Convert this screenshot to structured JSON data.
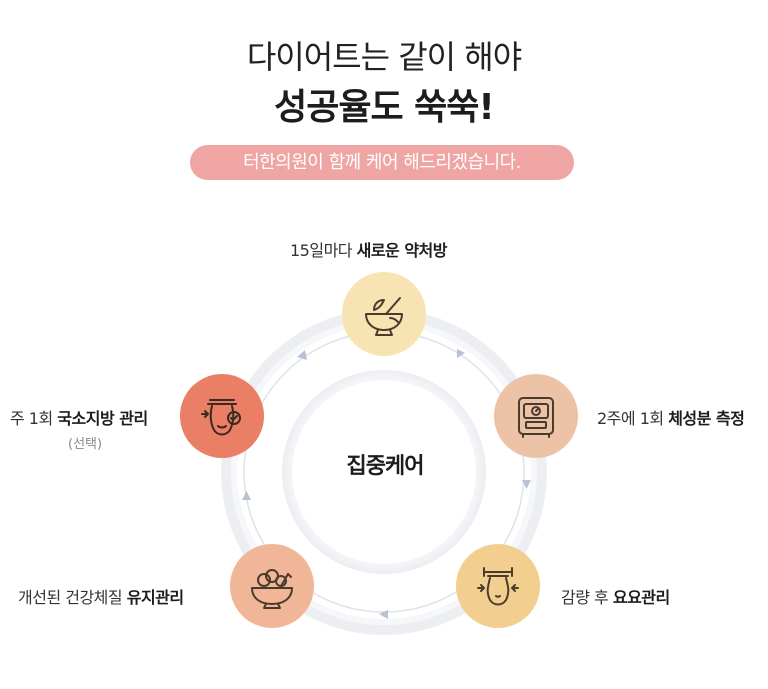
{
  "header": {
    "line1": "다이어트는 같이 해야",
    "line2": "성공율도 쑥쑥!",
    "subtitle": "터한의원이 함께 케어 해드리겠습니다."
  },
  "center_label": "집중케어",
  "steps": [
    {
      "prefix": "15일마다 ",
      "bold": "새로운 약처방",
      "sub": "",
      "icon": "mortar-pestle-icon",
      "color": "#f8e3b2"
    },
    {
      "prefix": "2주에 1회 ",
      "bold": "체성분 측정",
      "sub": "",
      "icon": "scale-icon",
      "color": "#ecc3a6"
    },
    {
      "prefix": "감량 후 ",
      "bold": "요요관리",
      "sub": "",
      "icon": "waist-measure-icon",
      "color": "#f2cf8f"
    },
    {
      "prefix": "개선된 건강체질 ",
      "bold": "유지관리",
      "sub": "",
      "icon": "healthy-food-bowl-icon",
      "color": "#f0b697"
    },
    {
      "prefix": "주 1회 ",
      "bold": "국소지방 관리",
      "sub": "(선택)",
      "icon": "body-check-icon",
      "color": "#ea7f66"
    }
  ],
  "colors": {
    "pill": "#f0a5a5",
    "ring": "#e4e6ea",
    "arrow": "#b7c3d3"
  }
}
